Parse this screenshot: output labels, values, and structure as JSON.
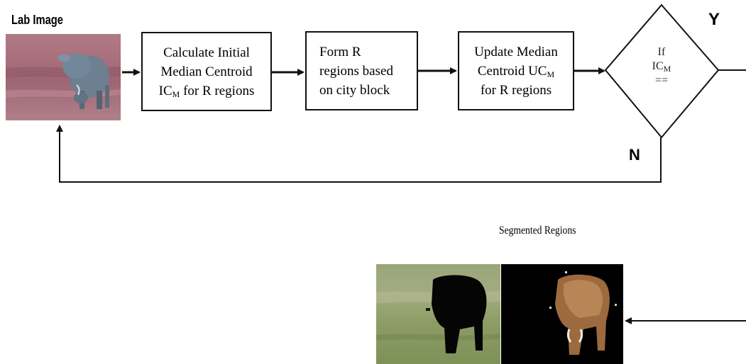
{
  "lab_image_label": "Lab Image",
  "segmented_label": "Segmented Regions",
  "box1": {
    "line1": "Calculate Initial",
    "line2": "Median Centroid",
    "line3_main": "IC",
    "line3_sub": "M",
    "line3_rest": " for R regions"
  },
  "box2": {
    "line1": "Form R",
    "line2": "regions based",
    "line3": "on city block"
  },
  "box3": {
    "line1": "Update Median",
    "line2_main": "Centroid UC",
    "line2_sub": "M",
    "line3": "for R regions"
  },
  "diamond": {
    "line1": "If",
    "line2_main": "IC",
    "line2_sub": "M",
    "line3": "=="
  },
  "yes_label": "Y",
  "no_label": "N",
  "icons": {
    "lab_image": "cow-lab-image",
    "segment_background": "segmented-background-image",
    "segment_cow": "segmented-cow-image"
  },
  "colors": {
    "line": "#111111",
    "lab_bg": "#a8707e",
    "grass": "#8fa06a"
  }
}
